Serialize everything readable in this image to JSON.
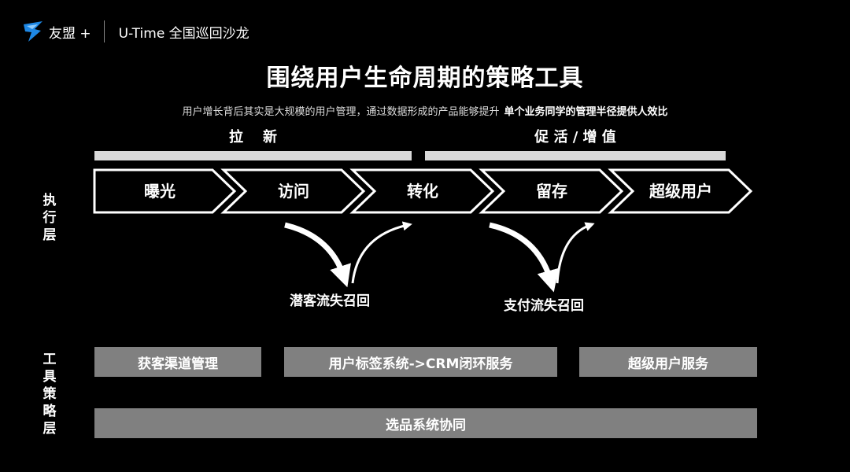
{
  "header": {
    "brand": "友盟 +",
    "event": "U-Time 全国巡回沙龙"
  },
  "title": "围绕用户生命周期的策略工具",
  "subtitle": {
    "main": "用户增长背后其实是大规模的用户管理，通过数据形成的产品能够提升",
    "emphasis": "单个业务同学的管理半径提供人效比"
  },
  "phases": [
    {
      "label": "拉    新"
    },
    {
      "label": "促 活 / 增 值"
    }
  ],
  "side_labels": {
    "execution": "执\n行\n层",
    "tools": "工\n具\n策\n略\n层"
  },
  "stages": [
    "曝光",
    "访问",
    "转化",
    "留存",
    "超级用户"
  ],
  "loops": [
    "潜客流失召回",
    "支付流失召回"
  ],
  "tools": [
    "获客渠道管理",
    "用户标签系统->CRM闭环服务",
    "超级用户服务"
  ],
  "shared_tool": "选品系统协同",
  "colors": {
    "background": "#000000",
    "bar": "#d9d9d9",
    "tool_box": "#808080",
    "accent": "#1e88e5"
  }
}
